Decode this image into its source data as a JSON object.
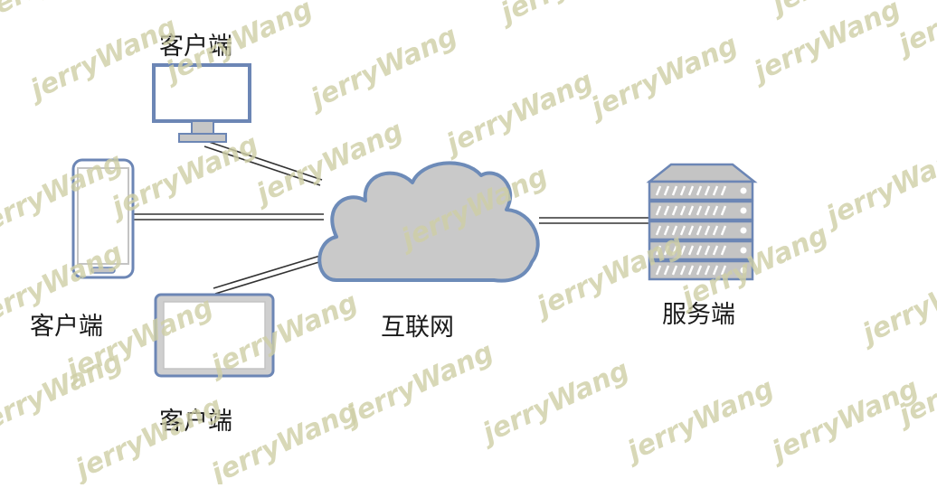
{
  "labels": {
    "client_monitor": "客户端",
    "client_phone": "客户端",
    "client_tablet": "客户端",
    "internet": "互联网",
    "server": "服务端"
  },
  "watermark": {
    "text": "jerryWang",
    "color": "#cfcfa6"
  },
  "colors": {
    "device_stroke": "#6c86b5",
    "device_fill": "#ffffff",
    "tablet_fill": "#cfcfcf",
    "cloud_fill": "#c9c9c9",
    "cloud_stroke": "#6d8bb8",
    "server_fill": "#c4c4c4",
    "line": "#333333"
  }
}
